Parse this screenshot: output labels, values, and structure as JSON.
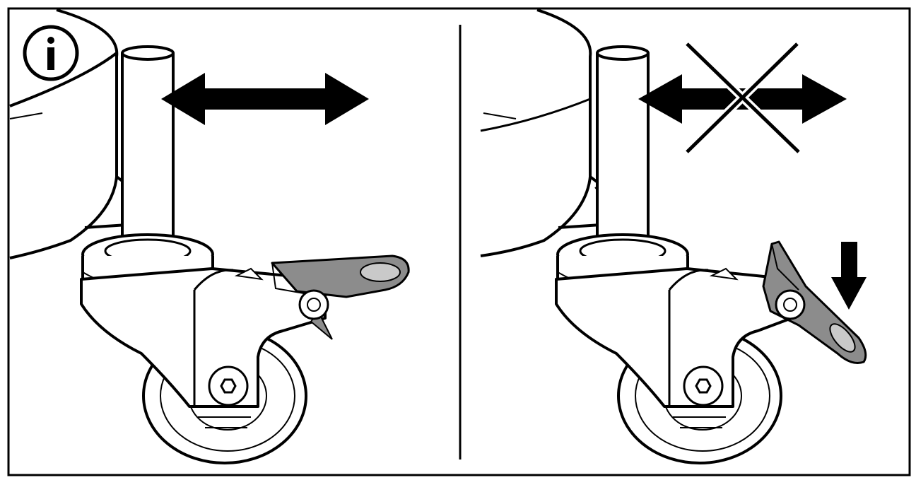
{
  "figure": {
    "info_icon": {
      "symbol": "i",
      "icon": "info-icon"
    },
    "panels": [
      {
        "id": "unlocked",
        "caster_state": "brake-released",
        "movement": "allowed",
        "arrow_icon": "double-arrow-horizontal-icon"
      },
      {
        "id": "locked",
        "caster_state": "brake-engaged",
        "movement": "blocked",
        "arrow_icon": "double-arrow-horizontal-icon",
        "cross_icon": "cross-out-icon",
        "press_icon": "arrow-down-icon"
      }
    ],
    "colors": {
      "line": "#000000",
      "background": "#ffffff",
      "lever_fill": "#8c8c8c",
      "lever_light": "#c9c9c9"
    }
  }
}
